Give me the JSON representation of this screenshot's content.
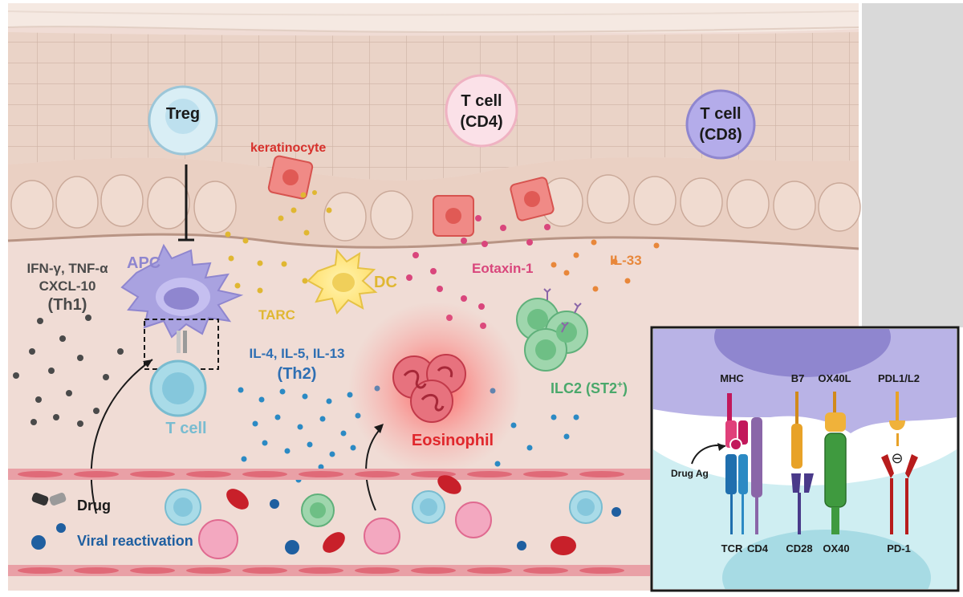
{
  "labels": {
    "treg": "Treg",
    "tcell_cd4_line1": "T cell",
    "tcell_cd4_line2": "(CD4)",
    "tcell_cd8_line1": "T cell",
    "tcell_cd8_line2": "(CD8)",
    "keratinocyte": "keratinocyte",
    "apc": "APC",
    "th1_line1": "IFN-γ, TNF-α",
    "th1_line2": "CXCL-10",
    "th1_line3": "(Th1)",
    "tarc": "TARC",
    "dc": "DC",
    "eotaxin": "Eotaxin-1",
    "il33": "IL-33",
    "th2_line1": "IL-4, IL-5, IL-13",
    "th2_line2": "(Th2)",
    "tcell": "T cell",
    "eosinophil": "Eosinophil",
    "ilc2": "ILC2 (ST2",
    "ilc2_sup": "+",
    "ilc2_close": ")",
    "drug": "Drug",
    "viral": "Viral reactivation"
  },
  "inset": {
    "mhc": "MHC",
    "b7": "B7",
    "ox40l": "OX40L",
    "pdl": "PDL1/L2",
    "drug_ag": "Drug Ag",
    "tcr": "TCR",
    "cd4": "CD4",
    "cd28": "CD28",
    "ox40": "OX40",
    "pd1": "PD-1",
    "inhibit_symbol": "⊖"
  },
  "colors": {
    "skin": "#e9d2c6",
    "dermis": "#f1ddd6",
    "th1": "#4a4a4a",
    "th2": "#2f6fb3",
    "eosinophil": "#e0272c",
    "apc": "#8f86cf",
    "tarc": "#e0b732",
    "eotaxin": "#d9467c",
    "il33": "#e8873a",
    "ilc2": "#4aa86b",
    "viral": "#1f5fa0",
    "keratinocyte_label": "#d7312c"
  }
}
